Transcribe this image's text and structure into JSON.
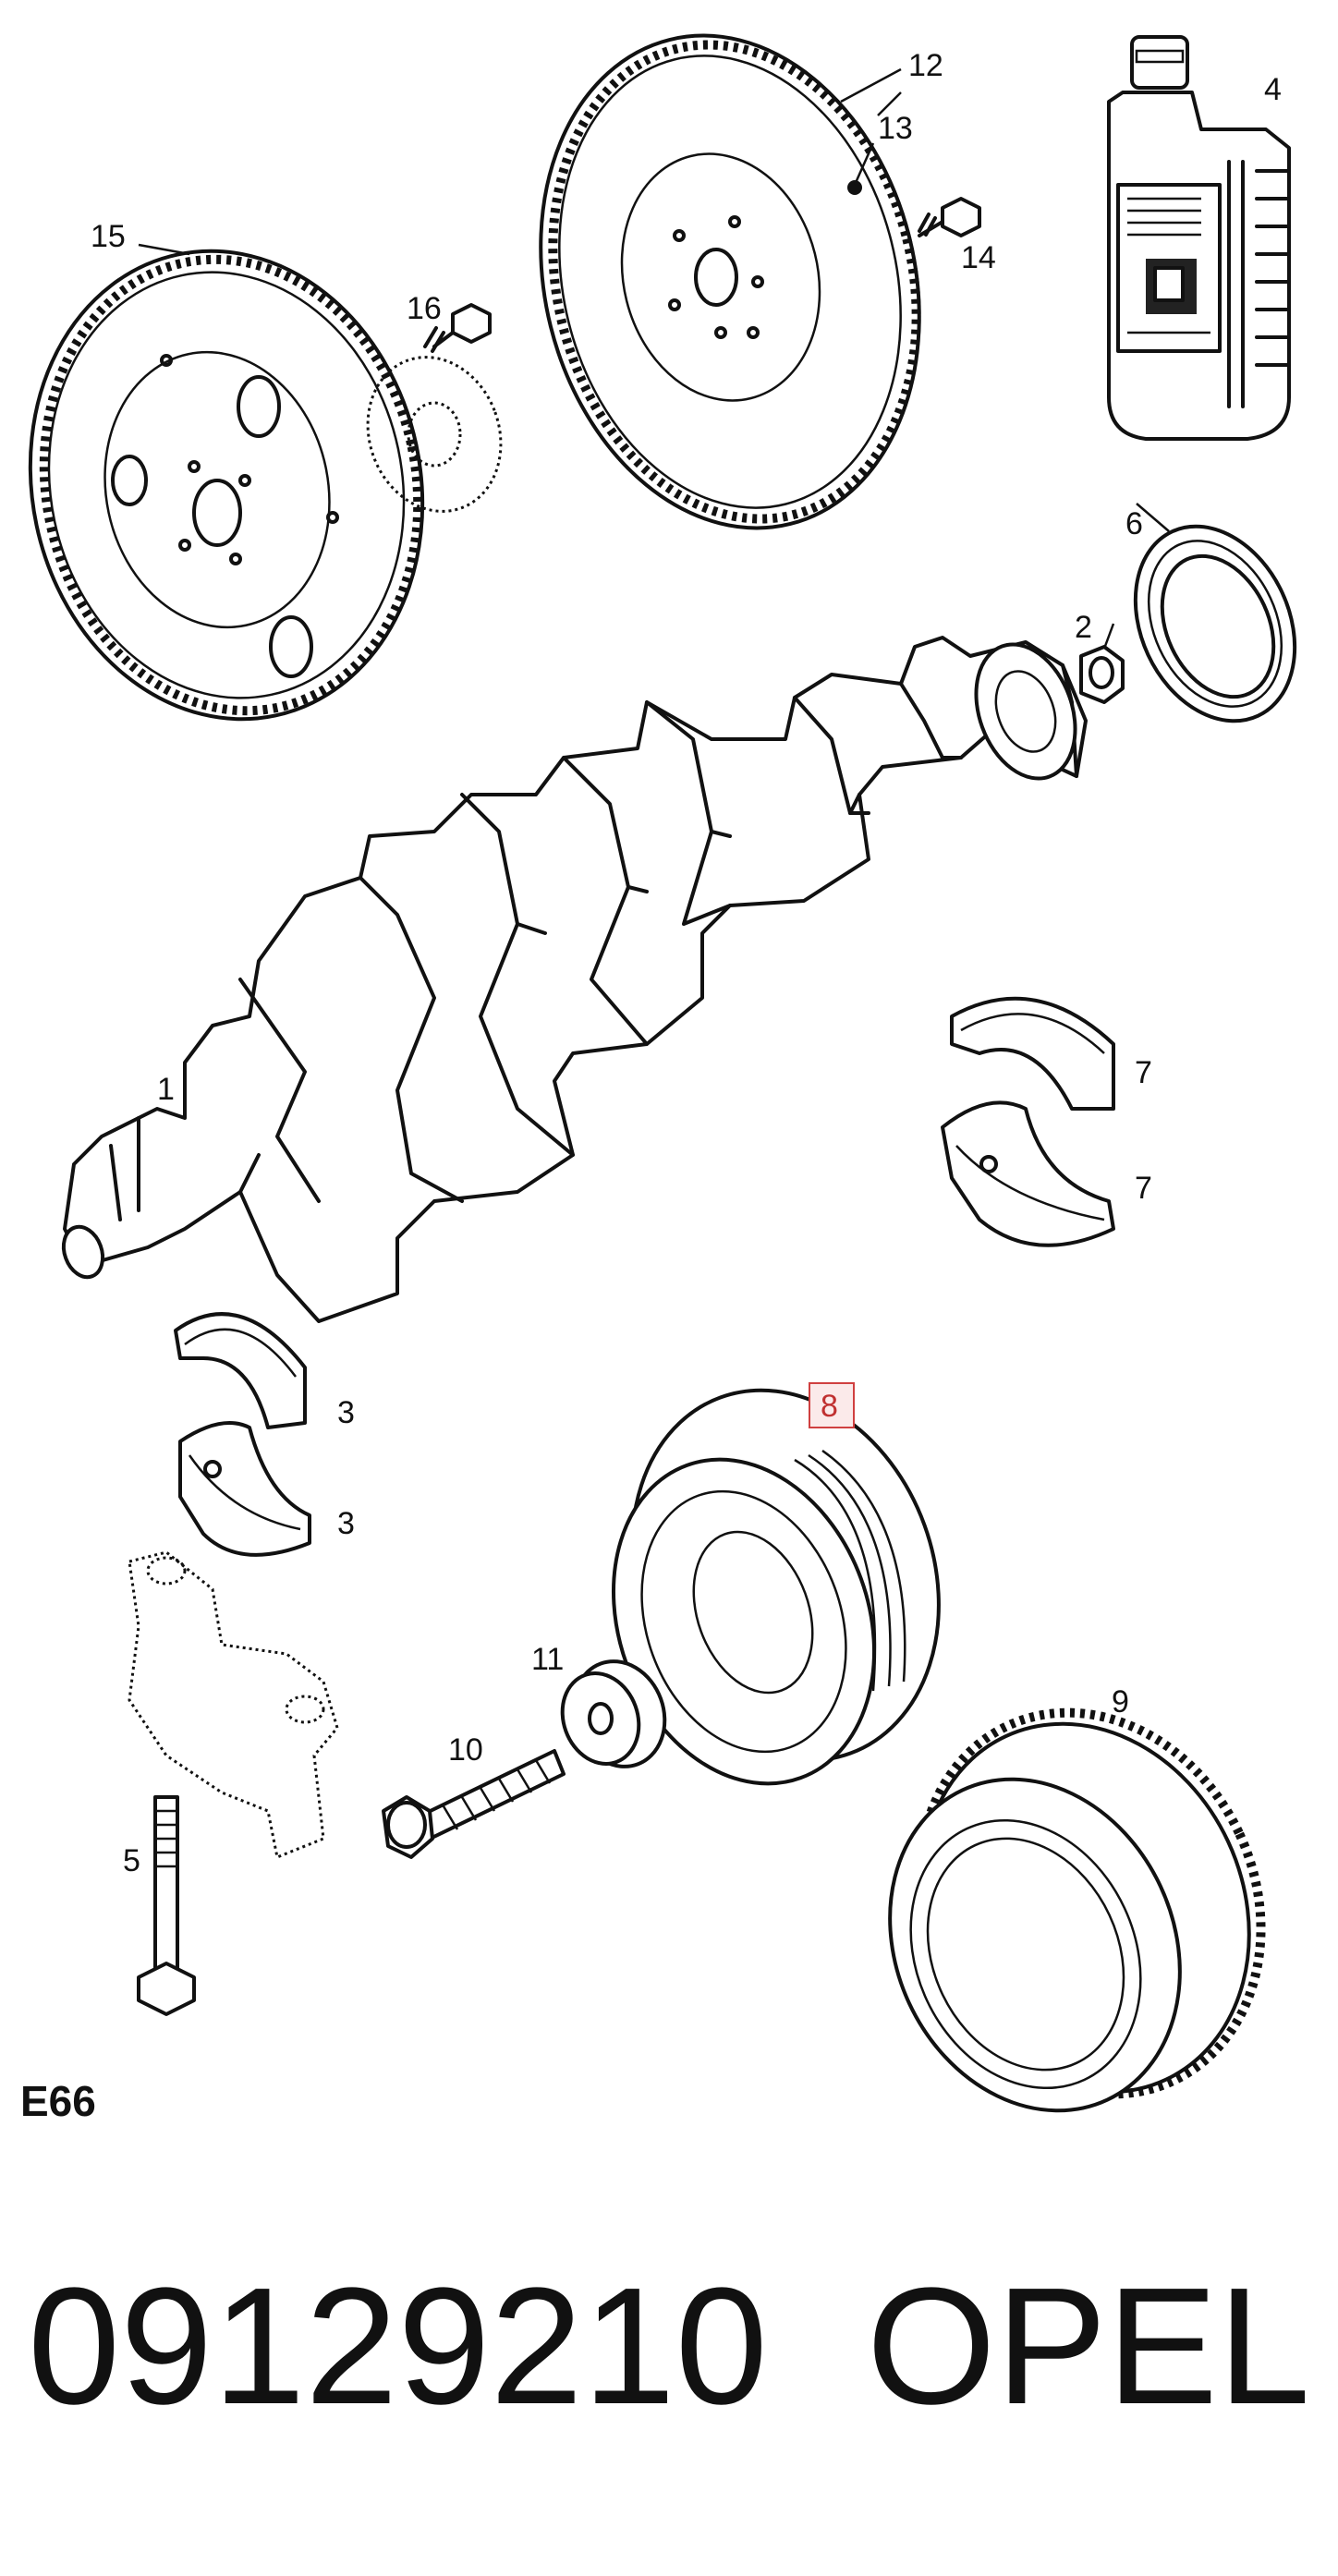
{
  "diagram": {
    "callouts": {
      "c1": "1",
      "c2": "2",
      "c3a": "3",
      "c3b": "3",
      "c4": "4",
      "c5": "5",
      "c6": "6",
      "c7a": "7",
      "c7b": "7",
      "c8": "8",
      "c9": "9",
      "c10": "10",
      "c11": "11",
      "c12": "12",
      "c13": "13",
      "c14": "14",
      "c15": "15",
      "c16": "16"
    },
    "highlighted_callout": "8",
    "drawing_code": "E66"
  },
  "footer": {
    "part_number": "09129210",
    "brand": "OPEL"
  }
}
